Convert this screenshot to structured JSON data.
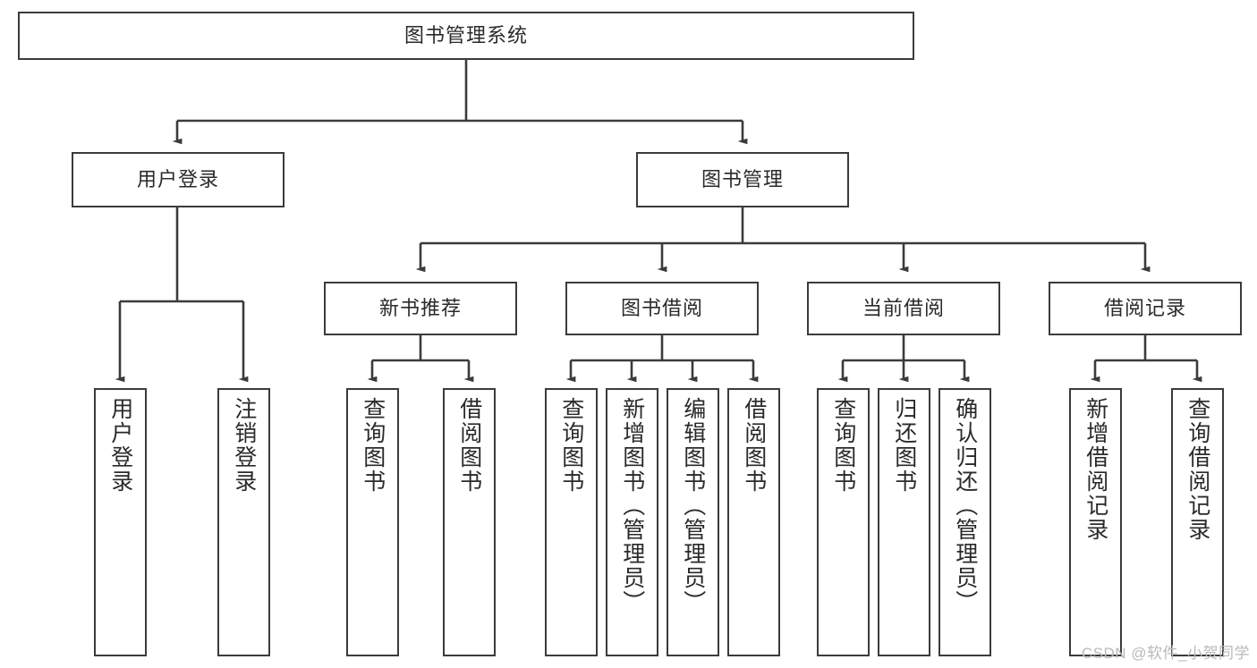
{
  "diagram": {
    "type": "tree-hierarchy",
    "title": "图书管理系统",
    "watermark": "CSDN @软件_小贺同学",
    "colors": {
      "box_border": "#3b3b3b",
      "box_fill": "#ffffff",
      "edge": "#3b3b3b",
      "text": "#2a2a2a",
      "watermark": "#b9b9b9",
      "background": "#ffffff"
    },
    "levels": [
      {
        "level": 1,
        "nodes": [
          {
            "id": "root",
            "label": "图书管理系统",
            "orientation": "horizontal"
          }
        ]
      },
      {
        "level": 2,
        "nodes": [
          {
            "id": "user-login",
            "label": "用户登录",
            "orientation": "horizontal",
            "parent": "root"
          },
          {
            "id": "book-manage",
            "label": "图书管理",
            "orientation": "horizontal",
            "parent": "root"
          }
        ]
      },
      {
        "level": 3,
        "nodes": [
          {
            "id": "new-book-rec",
            "label": "新书推荐",
            "orientation": "horizontal",
            "parent": "book-manage"
          },
          {
            "id": "book-borrow",
            "label": "图书借阅",
            "orientation": "horizontal",
            "parent": "book-manage"
          },
          {
            "id": "current-borrow",
            "label": "当前借阅",
            "orientation": "horizontal",
            "parent": "book-manage"
          },
          {
            "id": "borrow-record",
            "label": "借阅记录",
            "orientation": "horizontal",
            "parent": "book-manage"
          }
        ]
      },
      {
        "level": 4,
        "nodes": [
          {
            "id": "leaf-user-login",
            "label": "用户登录",
            "orientation": "vertical",
            "parent": "user-login"
          },
          {
            "id": "leaf-logout",
            "label": "注销登录",
            "orientation": "vertical",
            "parent": "user-login"
          },
          {
            "id": "leaf-query-book-1",
            "label": "查询图书",
            "orientation": "vertical",
            "parent": "new-book-rec"
          },
          {
            "id": "leaf-borrow-book-1",
            "label": "借阅图书",
            "orientation": "vertical",
            "parent": "new-book-rec"
          },
          {
            "id": "leaf-query-book-2",
            "label": "查询图书",
            "orientation": "vertical",
            "parent": "book-borrow"
          },
          {
            "id": "leaf-add-book",
            "label": "新增图书（管理员）",
            "orientation": "vertical",
            "parent": "book-borrow"
          },
          {
            "id": "leaf-edit-book",
            "label": "编辑图书（管理员）",
            "orientation": "vertical",
            "parent": "book-borrow"
          },
          {
            "id": "leaf-borrow-book-2",
            "label": "借阅图书",
            "orientation": "vertical",
            "parent": "book-borrow"
          },
          {
            "id": "leaf-query-book-3",
            "label": "查询图书",
            "orientation": "vertical",
            "parent": "current-borrow"
          },
          {
            "id": "leaf-return-book",
            "label": "归还图书",
            "orientation": "vertical",
            "parent": "current-borrow"
          },
          {
            "id": "leaf-confirm-return",
            "label": "确认归还（管理员）",
            "orientation": "vertical",
            "parent": "current-borrow"
          },
          {
            "id": "leaf-add-record",
            "label": "新增借阅记录",
            "orientation": "vertical",
            "parent": "borrow-record"
          },
          {
            "id": "leaf-query-record",
            "label": "查询借阅记录",
            "orientation": "vertical",
            "parent": "borrow-record"
          }
        ]
      }
    ],
    "node_labels": {
      "root": "图书管理系统",
      "user_login": "用户登录",
      "book_manage": "图书管理",
      "new_book_rec": "新书推荐",
      "book_borrow": "图书借阅",
      "current_borrow": "当前借阅",
      "borrow_record": "借阅记录",
      "leaf_user_login": "用户登录",
      "leaf_logout": "注销登录",
      "leaf_query_book_1": "查询图书",
      "leaf_borrow_book_1": "借阅图书",
      "leaf_query_book_2": "查询图书",
      "leaf_add_book": "新增图书（管理员）",
      "leaf_edit_book": "编辑图书（管理员）",
      "leaf_borrow_book_2": "借阅图书",
      "leaf_query_book_3": "查询图书",
      "leaf_return_book": "归还图书",
      "leaf_confirm_return": "确认归还（管理员）",
      "leaf_add_record": "新增借阅记录",
      "leaf_query_record": "查询借阅记录"
    }
  }
}
